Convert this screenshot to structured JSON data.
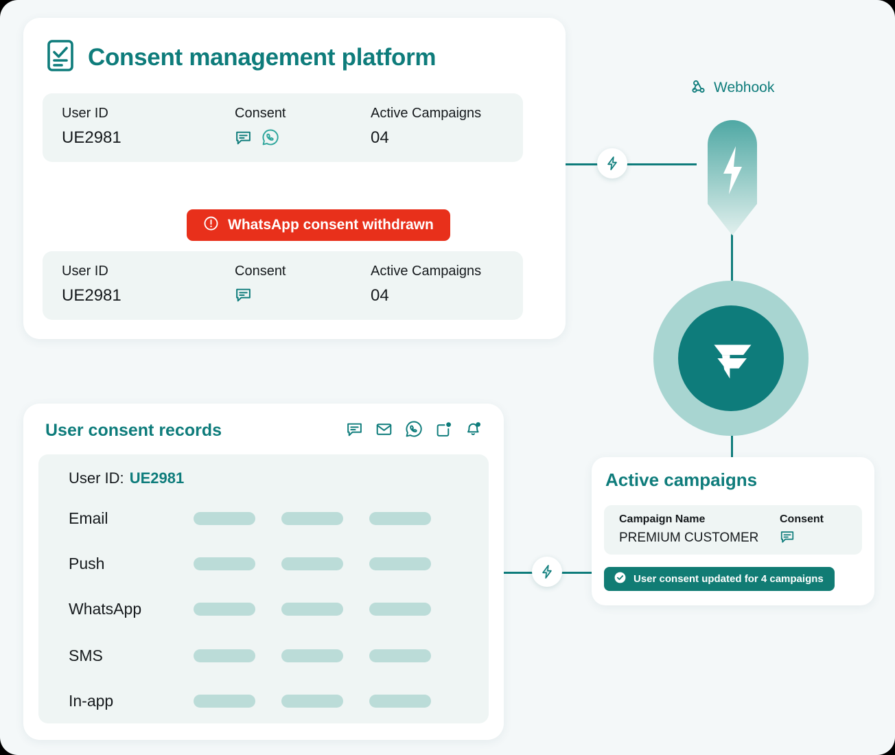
{
  "theme": {
    "background": "#F4F8F9",
    "brand_teal": "#0E7C7B",
    "panel_mint": "#EFF5F4",
    "bar_mint": "#BBDCD8",
    "alert_red": "#E8301B",
    "success_teal": "#117C74",
    "ring_mint": "#A8D5D1"
  },
  "consent_platform": {
    "icon": "clipboard-check-icon",
    "title": "Consent management platform",
    "before_record": {
      "columns": [
        "User ID",
        "Consent",
        "Active Campaigns"
      ],
      "user_id": "UE2981",
      "consent_icons": [
        "sms-chat-icon",
        "whatsapp-icon"
      ],
      "active_campaigns": "04"
    },
    "alert": {
      "icon": "alert-circle-icon",
      "text": "WhatsApp consent withdrawn"
    },
    "after_record": {
      "columns": [
        "User ID",
        "Consent",
        "Active Campaigns"
      ],
      "user_id": "UE2981",
      "consent_icons": [
        "sms-chat-icon"
      ],
      "active_campaigns": "04"
    }
  },
  "webhook": {
    "icon": "webhook-icon",
    "label": "Webhook",
    "pin_icon": "lightning-bolt-icon"
  },
  "brand": {
    "logo_icon": "fyno-f-logo-icon"
  },
  "connectors": {
    "top_bolt_icon": "lightning-bolt-icon",
    "bottom_bolt_icon": "lightning-bolt-icon"
  },
  "user_consent_records": {
    "title": "User consent records",
    "channel_icons": [
      "sms-chat-icon",
      "email-envelope-icon",
      "whatsapp-icon",
      "in-app-icon",
      "push-bell-icon"
    ],
    "user_id_label": "User ID:",
    "user_id_value": "UE2981",
    "channels": [
      "Email",
      "Push",
      "WhatsApp",
      "SMS",
      "In-app"
    ]
  },
  "active_campaigns": {
    "title": "Active campaigns",
    "columns": [
      "Campaign Name",
      "Consent"
    ],
    "rows": [
      {
        "name": "PREMIUM CUSTOMER",
        "consent_icon": "sms-chat-icon"
      }
    ],
    "banner": {
      "icon": "check-circle-icon",
      "text": "User consent updated for 4 campaigns"
    }
  }
}
